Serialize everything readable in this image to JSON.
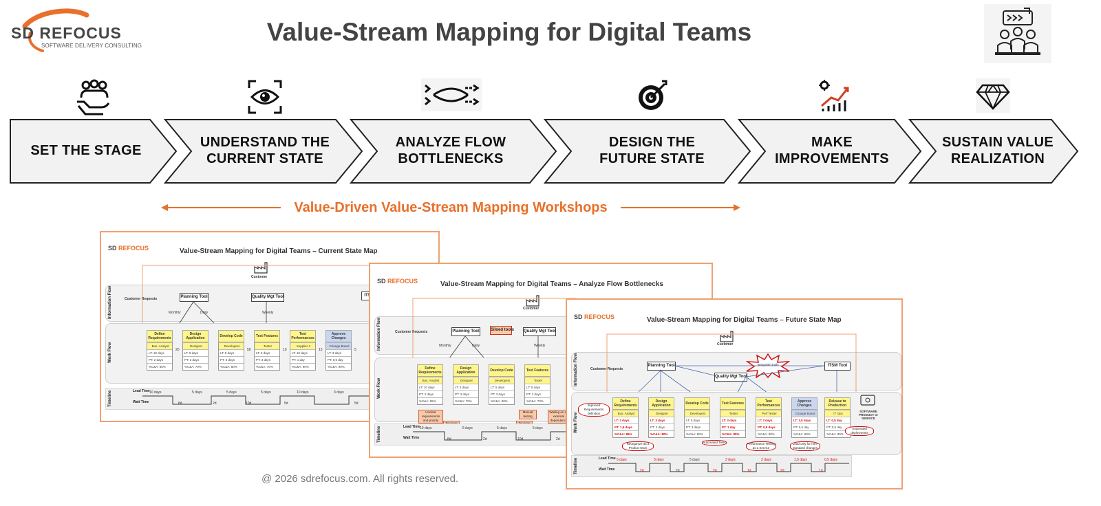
{
  "brand": {
    "logo_main_a": "SD",
    "logo_main_b": "REFOCUS",
    "logo_sub": "SOFTWARE DELIVERY CONSULTING",
    "accent": "#e8702a"
  },
  "title": "Value-Stream Mapping for Digital Teams",
  "icons": {
    "corner": "team-meeting-icon",
    "stages": [
      "people-in-hand-icon",
      "eye-focus-icon",
      "flow-arrows-icon",
      "target-icon",
      "growth-chart-icon",
      "diamond-icon"
    ]
  },
  "stages": [
    {
      "line1": "SET THE STAGE",
      "line2": ""
    },
    {
      "line1": "UNDERSTAND THE",
      "line2": "CURRENT STATE"
    },
    {
      "line1": "ANALYZE FLOW",
      "line2": "BOTTLENECKS"
    },
    {
      "line1": "DESIGN THE",
      "line2": "FUTURE STATE"
    },
    {
      "line1": "MAKE",
      "line2": "IMPROVEMENTS"
    },
    {
      "line1": "SUSTAIN VALUE",
      "line2": "REALIZATION"
    }
  ],
  "workshop_label": "Value-Driven Value-Stream Mapping Workshops",
  "maps": {
    "current": {
      "title": "Value-Stream Mapping for Digital Teams – Current State Map",
      "customer": "Customer",
      "info_flow": "Information Flow",
      "work_flow": "Work Flow",
      "timeline": "Timeline",
      "customer_requests": "Customer Requests",
      "tools": [
        "Planning Tool",
        "Quality Mgt Tool",
        "ITS"
      ],
      "cadence": [
        "Monthly",
        "Daily",
        "Weekly"
      ],
      "steps": [
        {
          "name": "Define Requirements",
          "role": "Bus. Analyst",
          "lt": "LT: 10 days",
          "pt": "PT: 2 days",
          "ca": "%C&A: 65%"
        },
        {
          "name": "Design Application",
          "role": "Designer",
          "lt": "LT: 5 days",
          "pt": "PT: 2 days",
          "ca": "%C&A: 70%"
        },
        {
          "name": "Develop Code",
          "role": "Developers",
          "lt": "LT: 5 days",
          "pt": "PT: 3 days",
          "ca": "%C&A: 80%"
        },
        {
          "name": "Test Features",
          "role": "Tester",
          "lt": "LT: 5 days",
          "pt": "PT: 3 days",
          "ca": "%C&A: 70%"
        },
        {
          "name": "Test Performances",
          "role": "Supplier 1",
          "lt": "LT: 10 days",
          "pt": "PT: 1 day",
          "ca": "%C&A: 90%"
        },
        {
          "name": "Approve Changes",
          "role": "Change Board",
          "lt": "LT: 3 days",
          "pt": "PT: 0,5 day",
          "ca": "%C&A: 90%"
        }
      ],
      "queues": [
        "20",
        "50",
        "10",
        "15",
        "5"
      ],
      "lead": [
        "10 days",
        "5 days",
        "5 days",
        "5 days",
        "10 days",
        "3 days"
      ],
      "wait": [
        "8d",
        "2d",
        "10d",
        "5d",
        "5d"
      ],
      "lead_label": "Lead Time",
      "wait_label": "Wait Time"
    },
    "analyze": {
      "title": "Value-Stream Mapping for Digital Teams – Analyze Flow Bottlenecks",
      "customer": "Customer",
      "tools": [
        "Planning Tool",
        "Siloed tools",
        "Quality Mgt Tool"
      ],
      "cadence": [
        "Monthly",
        "Daily",
        "Weekly"
      ],
      "steps": [
        {
          "name": "Define Requirements",
          "role": "Bus. Analyst",
          "lt": "LT: 10 days",
          "pt": "PT: 2 days",
          "ca": "%C&A: 65%"
        },
        {
          "name": "Design Application",
          "role": "Designer",
          "lt": "LT: 5 days",
          "pt": "PT: 3 days",
          "ca": "%C&A: 70%"
        },
        {
          "name": "Develop Code",
          "role": "Developers",
          "lt": "LT: 5 days",
          "pt": "PT: 3 days",
          "ca": "%C&A: 80%"
        },
        {
          "name": "Test Features",
          "role": "Tester",
          "lt": "LT: 5 days",
          "pt": "PT: 3 days",
          "ca": "%C&A: 70%"
        }
      ],
      "issues": [
        "Unclear requirements and priority",
        "Too long handoff",
        "Manual testing",
        "Too long handoff",
        "Waiting on an external dependency"
      ],
      "lead": [
        "10 days",
        "5 days",
        "5 days",
        "5 days"
      ],
      "wait": [
        "8d",
        "2d",
        "10d",
        "2d"
      ]
    },
    "future": {
      "title": "Value-Stream Mapping for Digital Teams – Future State Map",
      "customer": "Customer",
      "tools": [
        "Planning Tool",
        "Quality Mgt Tool",
        "ITSM Tool",
        "Integrated tools"
      ],
      "steps": [
        {
          "name": "Define Requirements",
          "role": "Bus. Analyst",
          "lt": "LT: 3 days",
          "pt": "PT: 1,5 days",
          "ca": "%C&A: 85%"
        },
        {
          "name": "Design Application",
          "role": "Designer",
          "lt": "LT: 3 days",
          "pt": "PT: 2 days",
          "ca": "%C&A: 80%"
        },
        {
          "name": "Develop Code",
          "role": "Developers",
          "lt": "LT: 5 days",
          "pt": "PT: 3 days",
          "ca": "%C&A: 80%"
        },
        {
          "name": "Test Features",
          "role": "Tester",
          "lt": "LT: 3 days",
          "pt": "PT: 1 day",
          "ca": "%C&A: 85%"
        },
        {
          "name": "Test Performances",
          "role": "Perf Tester",
          "lt": "LT: 3 days",
          "pt": "PT: 0,5 days",
          "ca": "%C&A: 90%"
        },
        {
          "name": "Approve Changes",
          "role": "Change Board",
          "lt": "LT: 1,5 days",
          "pt": "PT: 0,5 day",
          "ca": "%C&A: 90%"
        },
        {
          "name": "Release to Production",
          "role": "IT Ops",
          "lt": "LT: 0,5 day",
          "pt": "PT: 0,5 day",
          "ca": "%C&A: 80%"
        }
      ],
      "improvements": [
        "Improved Requirements definition",
        "Reorganize as a Product team",
        "Automated Tests",
        "Performance Testing as a Service",
        "Lead only for non-standard changes",
        "Automated deployments"
      ],
      "product": "SOFTWARE PRODUCT or SERVICE",
      "lead": [
        "5 days",
        "3 days",
        "5 days",
        "3 days",
        "2 days",
        "1,5 days",
        "0,5 days"
      ],
      "wait": [
        "2d",
        "2d",
        "2d",
        "1d",
        "2d",
        "1d"
      ]
    }
  },
  "footer": "@ 2026 sdrefocus.com. All rights reserved."
}
